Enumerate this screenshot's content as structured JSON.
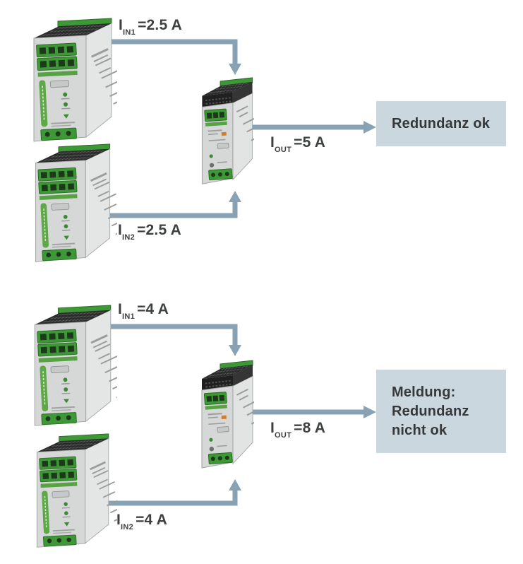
{
  "colors": {
    "arrow": "#87a2b5",
    "result_box_bg": "#cbd7de",
    "label_text": "#3d4041",
    "result_text": "#35383a",
    "device_green": "#3f9838"
  },
  "scenarios": [
    {
      "id": "redundancy-ok",
      "in1": {
        "base": "I",
        "sub": "IN1",
        "rest": "=2.5 A"
      },
      "in2": {
        "base": "I",
        "sub": "IN2",
        "rest": "=2.5 A"
      },
      "out": {
        "base": "I",
        "sub": "OUT",
        "rest": "=5 A"
      },
      "result": "Redundanz ok"
    },
    {
      "id": "redundancy-not-ok",
      "in1": {
        "base": "I",
        "sub": "IN1",
        "rest": "=4 A"
      },
      "in2": {
        "base": "I",
        "sub": "IN2",
        "rest": "=4 A"
      },
      "out": {
        "base": "I",
        "sub": "OUT",
        "rest": "=8 A"
      },
      "result": "Meldung:\nRedundanz\nnicht ok"
    }
  ]
}
